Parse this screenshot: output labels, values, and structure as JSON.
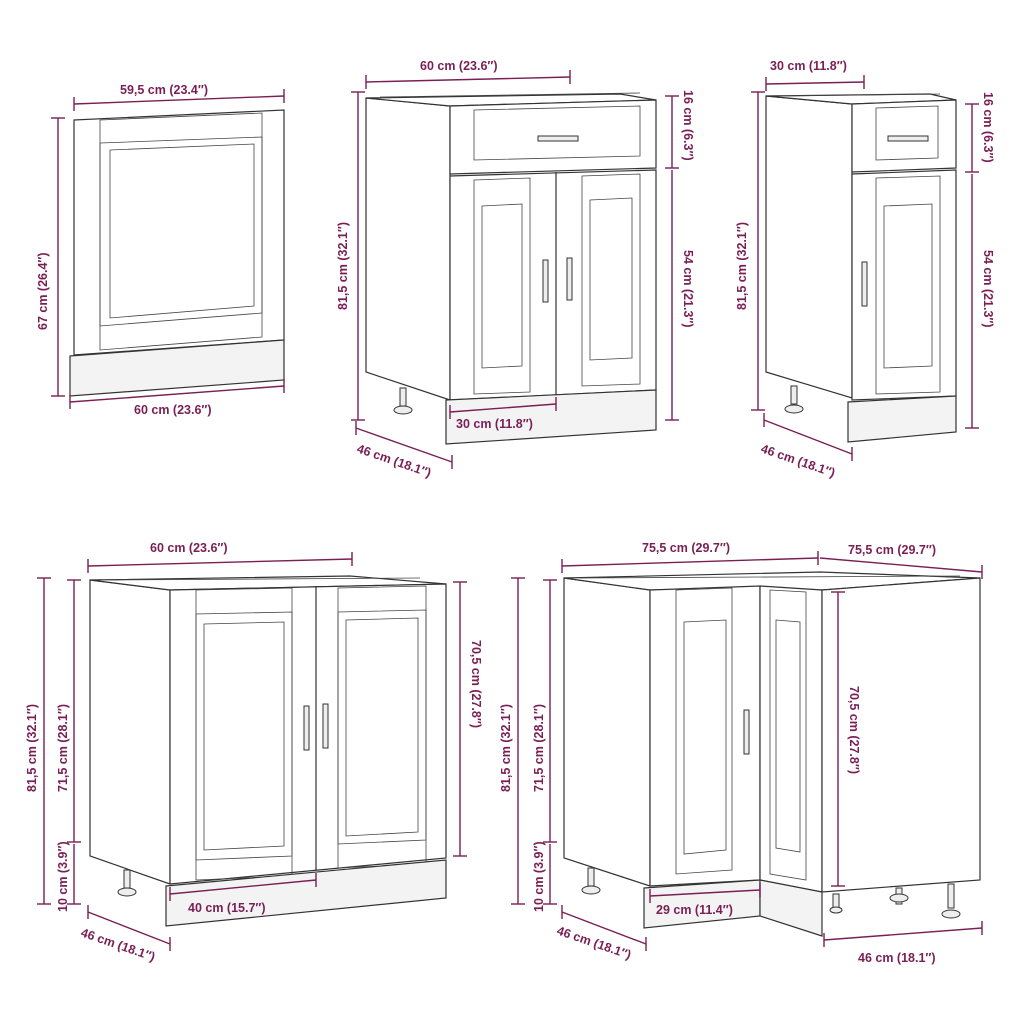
{
  "diagram": {
    "units": "cm / inch",
    "color": "#7a1f55",
    "panel_door": {
      "top_width": "59,5 cm (23.4″)",
      "height": "67 cm (26.4″)",
      "bottom_width": "60 cm (23.6″)"
    },
    "drawer_cabinet_60": {
      "width": "60 cm (23.6″)",
      "height": "81,5 cm (32.1″)",
      "drawer_height": "16 cm (6.3″)",
      "door_height": "54 cm (21.3″)",
      "door_width": "30 cm (11.8″)",
      "depth": "46 cm (18.1″)"
    },
    "drawer_cabinet_30": {
      "width": "30 cm (11.8″)",
      "height": "81,5 cm (32.1″)",
      "drawer_height": "16 cm (6.3″)",
      "door_height": "54 cm (21.3″)",
      "depth": "46 cm (18.1″)"
    },
    "sink_cabinet": {
      "width": "60 cm (23.6″)",
      "height": "81,5 cm (32.1″)",
      "body_height": "71,5 cm (28.1″)",
      "plinth_height": "10 cm (3.9″)",
      "door_height": "70,5 cm (27.8″)",
      "door_width": "40 cm (15.7″)",
      "depth": "46 cm (18.1″)"
    },
    "corner_cabinet": {
      "width_front": "75,5 cm (29.7″)",
      "width_side": "75,5 cm (29.7″)",
      "height": "81,5 cm (32.1″)",
      "body_height": "71,5 cm (28.1″)",
      "plinth_height": "10 cm (3.9″)",
      "door_height": "70,5 cm (27.8″)",
      "door_width": "29 cm (11.4″)",
      "depth_left": "46 cm (18.1″)",
      "depth_right": "46 cm (18.1″)"
    }
  }
}
